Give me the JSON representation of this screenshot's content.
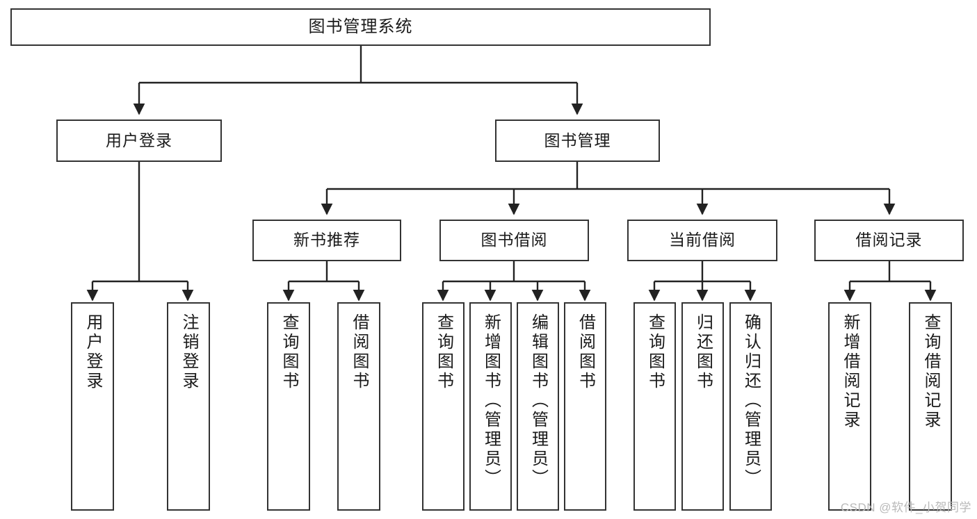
{
  "diagram": {
    "type": "tree-hierarchy",
    "title": "图书管理系统",
    "watermark": "CSDN @软件_小贺同学",
    "colors": {
      "box_border": "#333333",
      "box_fill": "#ffffff",
      "connector": "#222222",
      "text": "#1a1a1a",
      "watermark": "#b9b9b9",
      "background": "#ffffff"
    },
    "levels": {
      "root": {
        "label": "图书管理系统"
      },
      "level2": [
        {
          "label": "用户登录"
        },
        {
          "label": "图书管理"
        }
      ],
      "level3": [
        {
          "label": "新书推荐"
        },
        {
          "label": "图书借阅"
        },
        {
          "label": "当前借阅"
        },
        {
          "label": "借阅记录"
        }
      ],
      "leaves": [
        {
          "label": "用户登录",
          "parent": "用户登录"
        },
        {
          "label": "注销登录",
          "parent": "用户登录"
        },
        {
          "label": "查询图书",
          "parent": "新书推荐"
        },
        {
          "label": "借阅图书",
          "parent": "新书推荐"
        },
        {
          "label": "查询图书",
          "parent": "图书借阅"
        },
        {
          "label": "新增图书（管理员）",
          "parent": "图书借阅"
        },
        {
          "label": "编辑图书（管理员）",
          "parent": "图书借阅"
        },
        {
          "label": "借阅图书",
          "parent": "图书借阅"
        },
        {
          "label": "查询图书",
          "parent": "当前借阅"
        },
        {
          "label": "归还图书",
          "parent": "当前借阅"
        },
        {
          "label": "确认归还（管理员）",
          "parent": "当前借阅"
        },
        {
          "label": "新增借阅记录",
          "parent": "借阅记录"
        },
        {
          "label": "查询借阅记录",
          "parent": "借阅记录"
        }
      ]
    }
  }
}
